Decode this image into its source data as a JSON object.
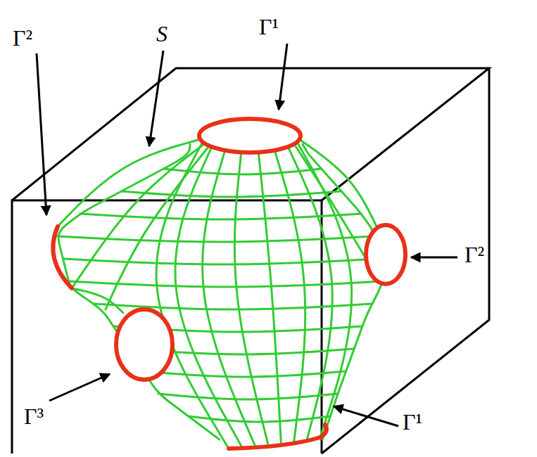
{
  "diagram": {
    "labels": [
      "Γ¹",
      "Γ²",
      "S",
      "Γ²",
      "Γ³",
      "Γ¹"
    ]
  }
}
